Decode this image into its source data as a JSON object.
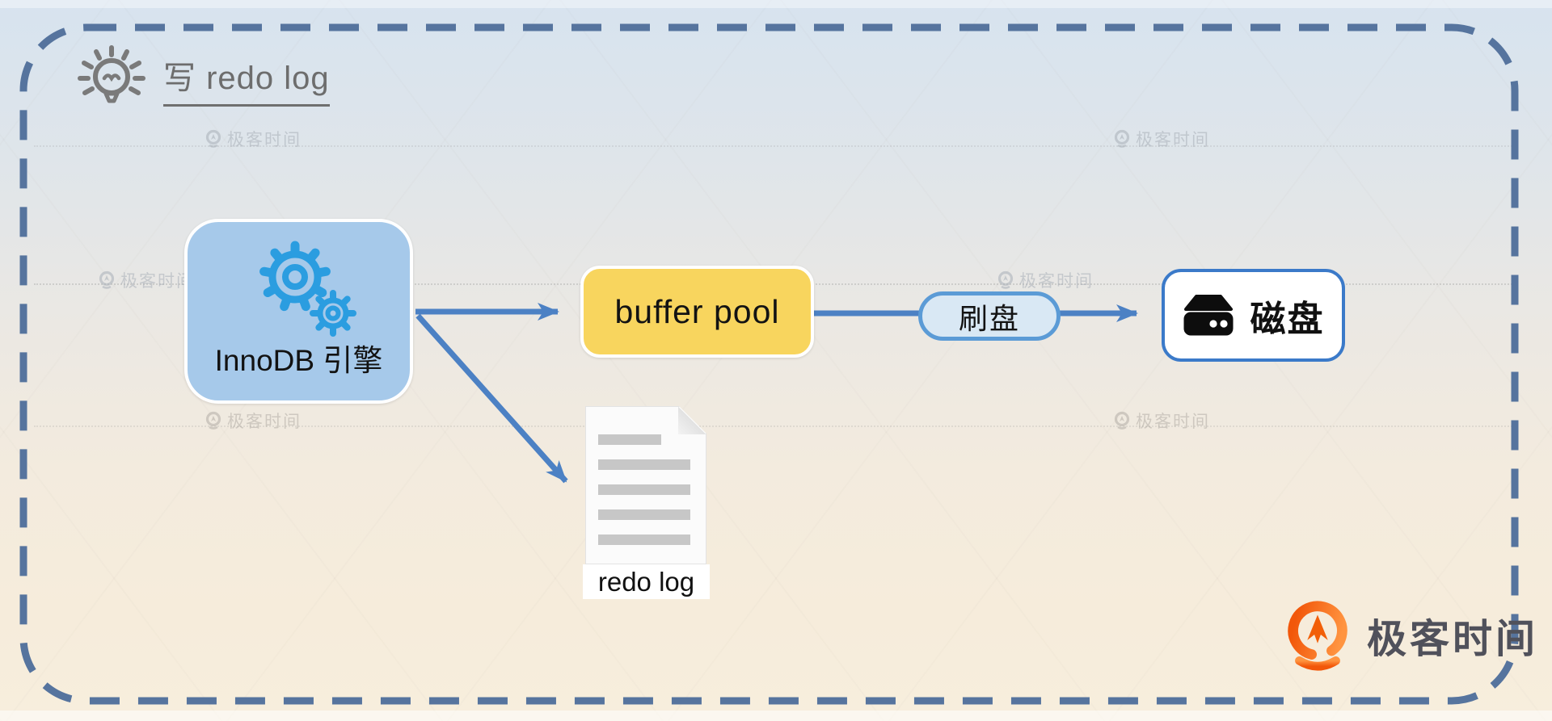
{
  "title": {
    "icon": "lightbulb-icon",
    "text": "写 redo log"
  },
  "nodes": {
    "innodb": {
      "label": "InnoDB 引擎",
      "icon": "gears-icon",
      "fill": "#a6c9ea"
    },
    "buffer_pool": {
      "label": "buffer pool",
      "fill": "#f8d55e"
    },
    "flush": {
      "label": "刷盘",
      "fill": "#d9e8f4",
      "border": "#5b9bd6"
    },
    "disk": {
      "label": "磁盘",
      "icon": "hard-drive-icon",
      "border": "#3b7ac9"
    },
    "redo_log": {
      "label": "redo log",
      "icon": "document-icon"
    }
  },
  "edges": [
    {
      "from": "innodb",
      "to": "buffer_pool",
      "arrow": true
    },
    {
      "from": "innodb",
      "to": "redo_log",
      "arrow": true
    },
    {
      "from": "buffer_pool",
      "to": "flush",
      "arrow": false
    },
    {
      "from": "flush",
      "to": "disk",
      "arrow": true
    }
  ],
  "watermark": {
    "icon": "geektime-pin-icon",
    "text": "极客时间"
  },
  "logo": {
    "icon": "geektime-logo-icon",
    "text": "极客时间"
  },
  "colors": {
    "arrow": "#4c81c4",
    "dashed_border": "#56749e",
    "bg_top": "#d7e3ef",
    "bg_bottom": "#f7eedd",
    "accent_blue": "#2b9de0",
    "logo_orange": "#f7681c",
    "innodb_fill": "#a6c9ea",
    "buffer_fill": "#f8d55e"
  }
}
